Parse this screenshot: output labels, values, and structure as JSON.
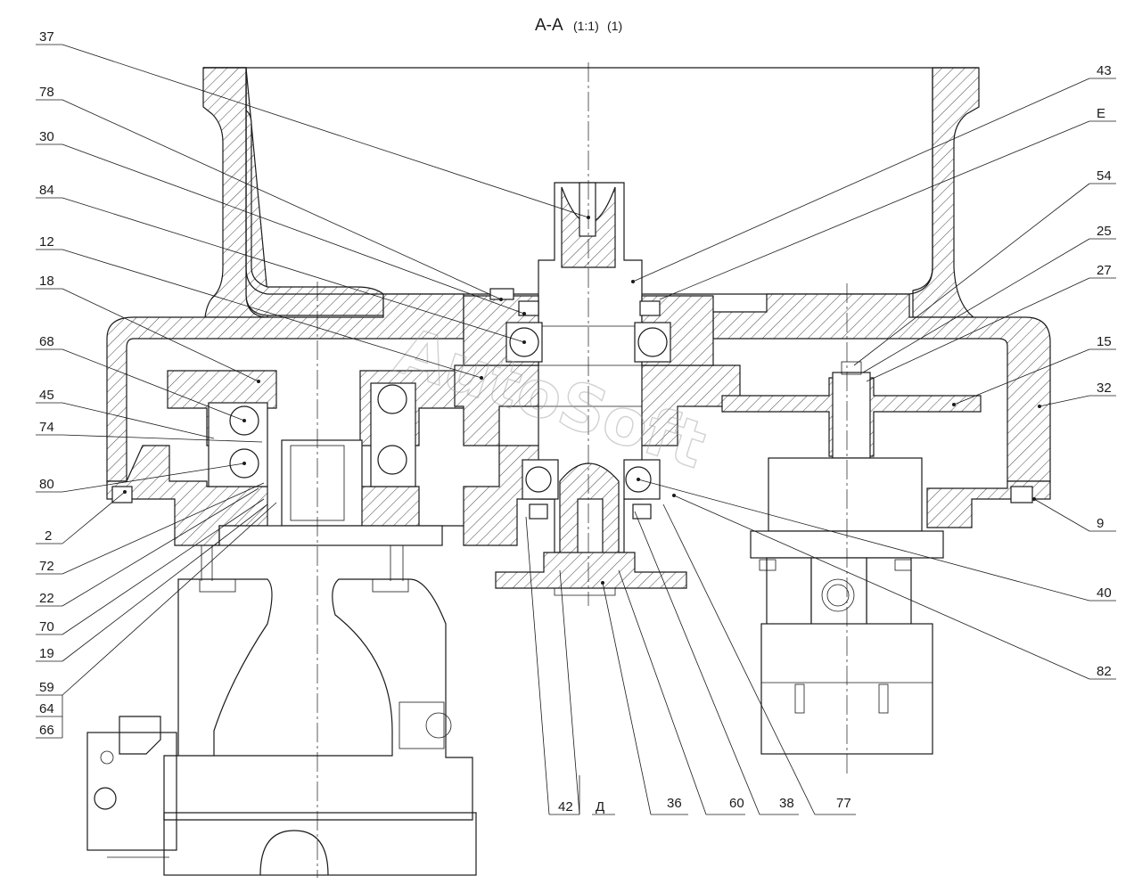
{
  "title": {
    "main": "А-А",
    "scale": "(1:1)",
    "sheet": "(1)"
  },
  "watermark": "AutoSoft",
  "callouts": {
    "left": [
      "37",
      "78",
      "30",
      "84",
      "12",
      "18",
      "68",
      "45",
      "74",
      "80",
      "2",
      "72",
      "22",
      "70",
      "19",
      "59",
      "64",
      "66"
    ],
    "right": [
      "43",
      "Е",
      "54",
      "25",
      "27",
      "15",
      "32",
      "9",
      "40",
      "82"
    ],
    "bottom": [
      "42",
      "Д",
      "36",
      "60",
      "38",
      "77"
    ]
  },
  "colors": {
    "line": "#1a1a1a",
    "hatch": "#1a1a1a",
    "watermark": "#9a9a9a",
    "background": "#ffffff"
  }
}
